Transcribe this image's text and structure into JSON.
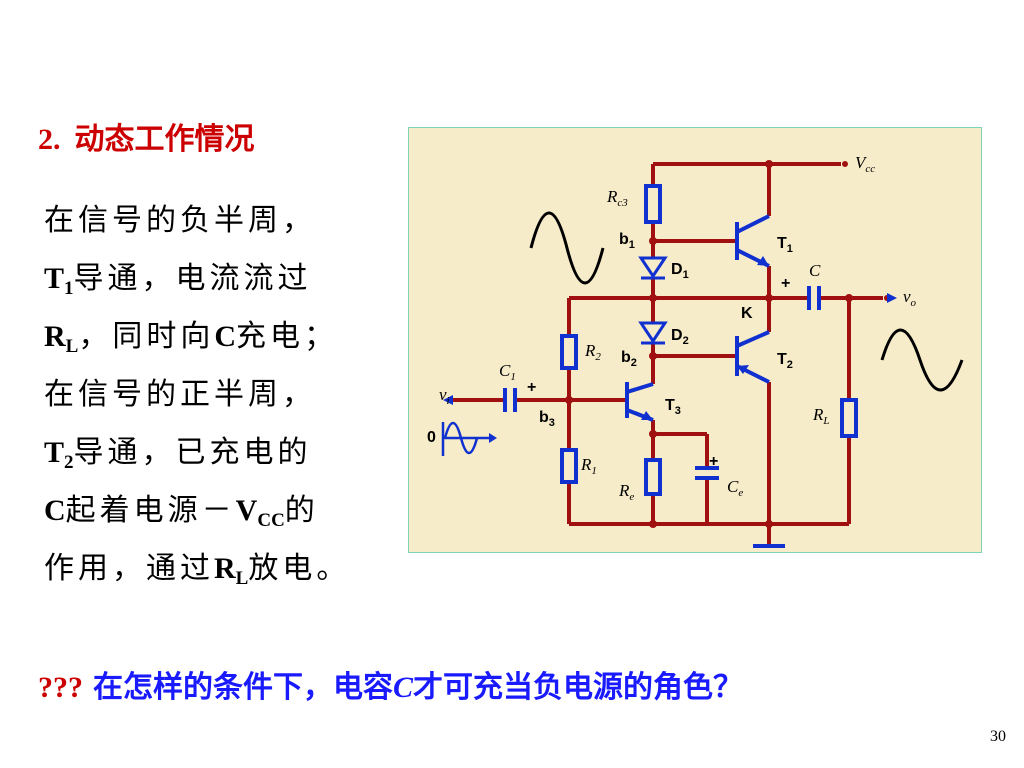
{
  "heading": {
    "number": "2.",
    "title": "动态工作情况"
  },
  "body": {
    "l1": "在信号的负半周，",
    "l2_sym": "T",
    "l2_sub": "1",
    "l2_rest": "导通，电流流过",
    "l3_sym": "R",
    "l3_sub": "L",
    "l3_rest": "，同时向",
    "l3_c": "C",
    "l3_end": "充电；",
    "l4": "在信号的正半周，",
    "l5_sym": "T",
    "l5_sub": "2",
    "l5_rest": "导通，已充电的",
    "l6_c": "C",
    "l6_mid": "起着电源－",
    "l6_v": "V",
    "l6_sub": "CC",
    "l6_end": "的",
    "l7_start": "作用，通过",
    "l7_sym": "R",
    "l7_sub": "L",
    "l7_end": "放电。"
  },
  "question": {
    "marks": "???",
    "pre": "在怎样的条件下，电容",
    "c": "C",
    "post": "才可充当负电源的角色？"
  },
  "page_number": "30",
  "circuit": {
    "labels": {
      "vcc": "V",
      "vcc_sub": "cc",
      "rc3": "R",
      "rc3_sub": "c3",
      "b1": "b",
      "b1_sub": "1",
      "d1": "D",
      "d1_sub": "1",
      "t1": "T",
      "t1_sub": "1",
      "c": "C",
      "plus": "+",
      "vo": "v",
      "vo_sub": "o",
      "k": "K",
      "d2": "D",
      "d2_sub": "2",
      "r2": "R",
      "r2_sub": "2",
      "b2": "b",
      "b2_sub": "2",
      "t2": "T",
      "t2_sub": "2",
      "c1": "C",
      "c1_sub": "1",
      "vi": "v",
      "vi_sub": "i",
      "b3": "b",
      "b3_sub": "3",
      "t3": "T",
      "t3_sub": "3",
      "rl": "R",
      "rl_sub": "L",
      "r1": "R",
      "r1_sub": "1",
      "re": "R",
      "re_sub": "e",
      "ce": "C",
      "ce_sub": "e",
      "zero": "0"
    },
    "colors": {
      "wire": "#a01010",
      "component": "#1030d0",
      "panel": "#f6ecc9",
      "border": "#7fd3b6"
    }
  }
}
